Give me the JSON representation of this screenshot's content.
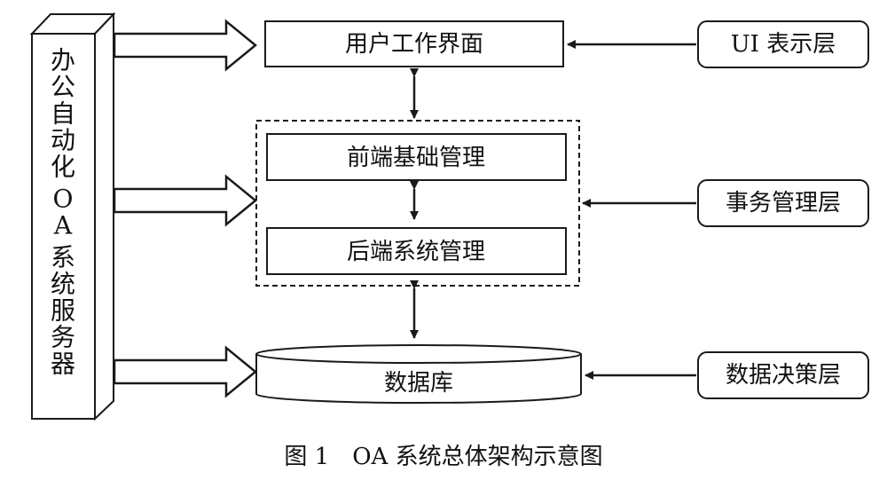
{
  "server": {
    "label_lines": [
      "办",
      "公",
      "自",
      "动",
      "化",
      "O",
      "A",
      "系",
      "统",
      "服",
      "务",
      "器"
    ]
  },
  "layers": {
    "ui_interface": "用户工作界面",
    "frontend_mgmt": "前端基础管理",
    "backend_mgmt": "后端系统管理",
    "database": "数据库"
  },
  "layer_labels": {
    "ui": "UI 表示层",
    "business": "事务管理层",
    "data": "数据决策层"
  },
  "caption": "图 1　OA 系统总体架构示意图"
}
